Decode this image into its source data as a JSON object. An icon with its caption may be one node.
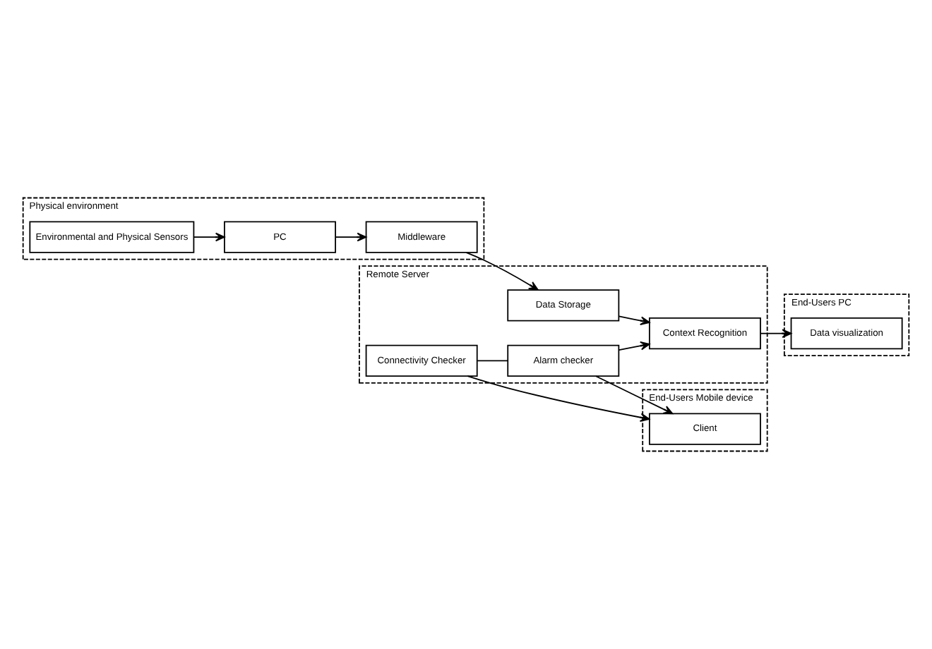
{
  "diagram": {
    "nodes": [
      {
        "text": [
          "Remote Server"
        ]
      },
      {
        "text": [
          "Connectivity Checker"
        ],
        "in": 0
      },
      {
        "text": [
          "Alarm checker"
        ],
        "in": 0
      },
      {
        "text": [
          "Data Storage"
        ],
        "in": 0
      },
      {
        "text": [
          "Context Recognition"
        ],
        "in": 0
      },
      {
        "text": [
          "End-Users Mobile device"
        ]
      },
      {
        "text": [
          "Client"
        ],
        "in": 5
      },
      {
        "text": [
          "End-Users PC"
        ]
      },
      {
        "text": [
          "Data visualization"
        ],
        "in": 7
      },
      {
        "text": [
          "Physical environment"
        ]
      },
      {
        "text": [
          "Middleware"
        ],
        "in": 9
      },
      {
        "text": [
          "Environmental and Physical Sensors"
        ],
        "in": 9
      },
      {
        "text": [
          "PC"
        ],
        "in": 9
      }
    ],
    "edges": [
      {
        "from": 1,
        "to": 2,
        "arrow": "none"
      },
      {
        "from": 1,
        "to": 6,
        "arrow": "to"
      },
      {
        "from": 2,
        "to": 6,
        "arrow": "to"
      },
      {
        "from": 2,
        "to": 4,
        "arrow": "to"
      },
      {
        "from": 3,
        "to": 4,
        "arrow": "to"
      },
      {
        "from": 4,
        "to": 8,
        "arrow": "to"
      },
      {
        "from": 10,
        "to": 3,
        "arrow": "to"
      },
      {
        "from": 12,
        "to": 10,
        "arrow": "to"
      },
      {
        "from": 11,
        "to": 12,
        "arrow": "to"
      }
    ]
  }
}
